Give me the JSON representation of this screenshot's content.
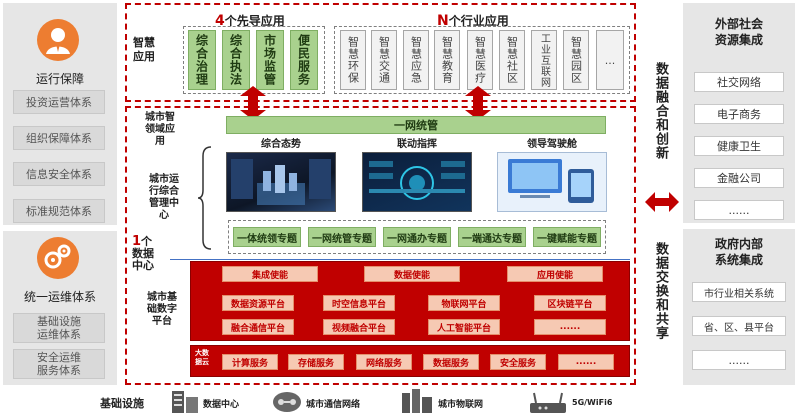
{
  "left": {
    "ops_support": {
      "title": "运行保障",
      "items": [
        "投资运营体系",
        "组织保障体系",
        "信息安全体系",
        "标准规范体系"
      ]
    },
    "ops_maintenance": {
      "title": "统一运维体系",
      "items": [
        "基础设施\n运维体系",
        "安全运维\n服务体系"
      ]
    }
  },
  "top": {
    "label": "智慧\n应用",
    "leading_num": "4",
    "leading_title": "个先导应用",
    "leading": [
      "综合治理",
      "综合执法",
      "市场监管",
      "便民服务"
    ],
    "industry_num": "N",
    "industry_title": "个行业应用",
    "industry": [
      "智慧环保",
      "智慧交通",
      "智慧应急",
      "智慧教育",
      "智慧医疗",
      "智慧社区",
      "工业互联网",
      "智慧园区",
      "..."
    ]
  },
  "middle": {
    "brain_label": "城市智\n领域应\n用",
    "center_label": "城市运\n行综合\n管理中\n心",
    "unified_bar": "一网统管",
    "screens": [
      "综合态势",
      "联动指挥",
      "领导驾驶舱"
    ],
    "topics": [
      "一体统领专题",
      "一网统管专题",
      "一网通办专题",
      "一端通达专题",
      "一键赋能专题"
    ],
    "data_center_num": "1",
    "data_center_label": "个\n数据\n中心"
  },
  "platform": {
    "label": "城市基\n础数字\n平台",
    "row1": [
      "集成使能",
      "数据使能",
      "应用使能"
    ],
    "row2": [
      "数据资源平台",
      "时空信息平台",
      "物联网平台",
      "区块链平台"
    ],
    "row3": [
      "融合通信平台",
      "视频融合平台",
      "人工智能平台",
      "......"
    ],
    "cloud_label": "大数\n据云",
    "row4": [
      "计算服务",
      "存储服务",
      "网络服务",
      "数据服务",
      "安全服务",
      "......"
    ]
  },
  "infra": {
    "label": "基础设施",
    "items": [
      "数据中心",
      "城市通信网络",
      "城市物联网",
      "5G/WiFi6"
    ]
  },
  "right": {
    "side_text_top": "数据融合和创新",
    "side_text_bottom": "数据交换和共享",
    "external": {
      "title": "外部社会\n资源集成",
      "items": [
        "社交网络",
        "电子商务",
        "健康卫生",
        "金融公司",
        "......"
      ]
    },
    "internal": {
      "title": "政府内部\n系统集成",
      "items": [
        "市行业相关系统",
        "省、区、县平台",
        "......"
      ]
    }
  },
  "colors": {
    "red": "#c00000",
    "green": "#a9d18e",
    "gray": "#e6e6e6"
  }
}
